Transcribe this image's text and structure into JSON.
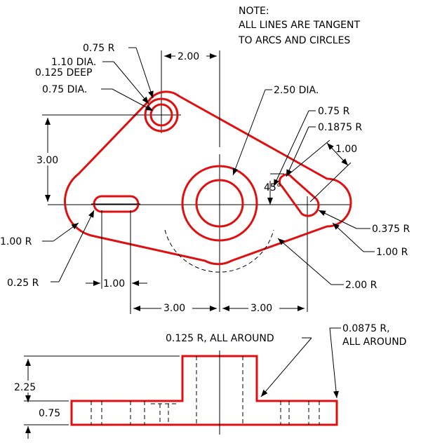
{
  "note": {
    "line1": "NOTE:",
    "line2": "ALL LINES ARE TANGENT",
    "line3": "TO ARCS AND CIRCLES"
  },
  "labels": {
    "r075_top": "0.75 R",
    "dia110": "1.10 DIA.",
    "deep0125": "0.125 DEEP",
    "dia075": "0.75 DIA.",
    "dim200_top": "2.00",
    "dia250": "2.50 DIA.",
    "r075_right": "0.75 R",
    "r01875": "0.1875 R",
    "dim100_slot": "1.00",
    "angle45": "45°",
    "dim300_vert": "3.00",
    "r100_left": "1.00 R",
    "r025": "0.25 R",
    "dim100_bottom": "1.00",
    "dim300_left": "3.00",
    "dim300_right": "3.00",
    "r0375": "0.375 R",
    "r100_right": "1.00 R",
    "r200": "2.00 R",
    "r0125_all": "0.125 R, ALL AROUND",
    "r00875": "0.0875 R,",
    "r00875_all": "ALL AROUND",
    "dim225": "2.25",
    "dim075": "0.75"
  },
  "colors": {
    "outline": "#dd1111",
    "dimension": "#000000",
    "background": "#ffffff"
  }
}
